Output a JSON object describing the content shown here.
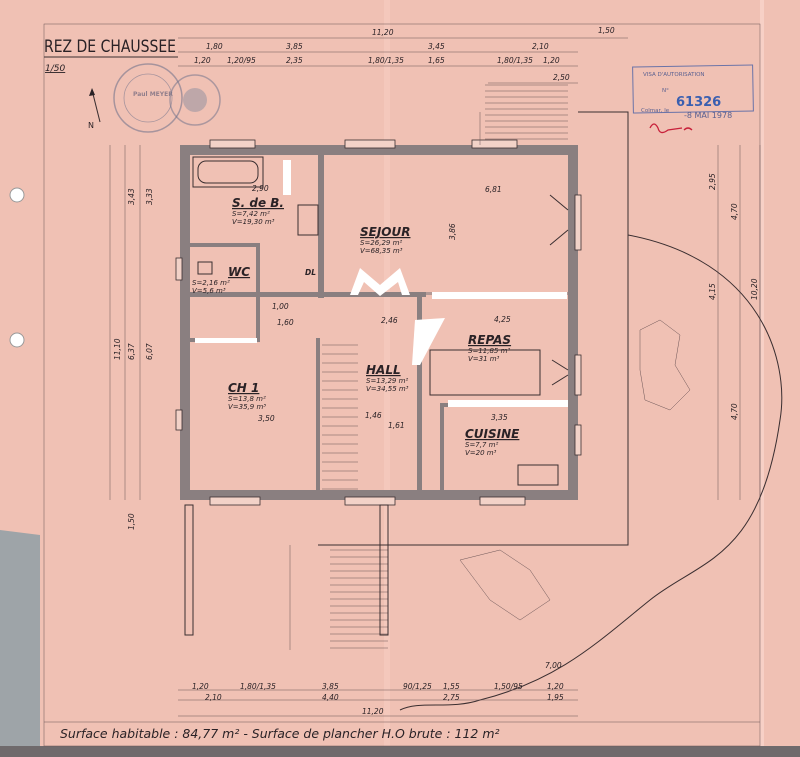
{
  "title": "REZ DE CHAUSSEE",
  "scale": "1/50",
  "architect_stamp": {
    "name": "Paul MEYER"
  },
  "approval_stamp": {
    "heading": "VISA D'AUTORISATION",
    "number_label": "N°",
    "number": "61326",
    "place_label": "Colmar, le",
    "date": "-8 MAI 1978",
    "color": "#3a5fb0"
  },
  "top_dimensions": {
    "overall": "11,20",
    "terrace": "1,50",
    "row2": [
      "1,80",
      "3,85",
      "3,45",
      "2,10"
    ],
    "row3": [
      "1,20",
      "1,20/95",
      "2,35",
      "1,80/1,35",
      "1,65",
      "1,80/1,35",
      "1,20"
    ],
    "steps": "2,50"
  },
  "side_dimensions": {
    "left": [
      "3,43",
      "3,33",
      "6,37",
      "6,07",
      "11,10",
      "1,50"
    ],
    "right": [
      "2,95",
      "4,70",
      "4,15",
      "4,70",
      "10,20"
    ]
  },
  "rooms": [
    {
      "name": "S. de B.",
      "surface": "S=7,42 m²",
      "volume": "V=19,30 m³"
    },
    {
      "name": "SEJOUR",
      "surface": "S=26,29 m²",
      "volume": "V=68,35 m³"
    },
    {
      "name": "WC",
      "surface": "S=2,16 m²",
      "volume": "V=5,6 m³"
    },
    {
      "name": "CH 1",
      "surface": "S=13,8 m²",
      "volume": "V=35,9 m³"
    },
    {
      "name": "HALL",
      "surface": "S=13,29 m²",
      "volume": "V=34,55 m³"
    },
    {
      "name": "REPAS",
      "surface": "S=11,85 m²",
      "volume": "V=31 m³"
    },
    {
      "name": "CUISINE",
      "surface": "S=7,7 m²",
      "volume": "V=20 m³"
    }
  ],
  "inner_dimensions": [
    "6,81",
    "3,86",
    "4,25",
    "3,35",
    "2,46",
    "1,60",
    "1,00",
    "1,46",
    "1,61",
    "3,50",
    "2,90"
  ],
  "closet_label": "DL",
  "bottom_dimensions": {
    "row1": [
      "1,20",
      "1,80/1,35",
      "3,85",
      "90/1,25",
      "1,55",
      "1,50/95",
      "1,20"
    ],
    "row2": [
      "2,10",
      "4,40",
      "2,75",
      "1,95"
    ],
    "overall": "11,20",
    "terrace": "7,00"
  },
  "footer": "Surface habitable : 84,77 m² - Surface de plancher H.O brute : 112 m²"
}
